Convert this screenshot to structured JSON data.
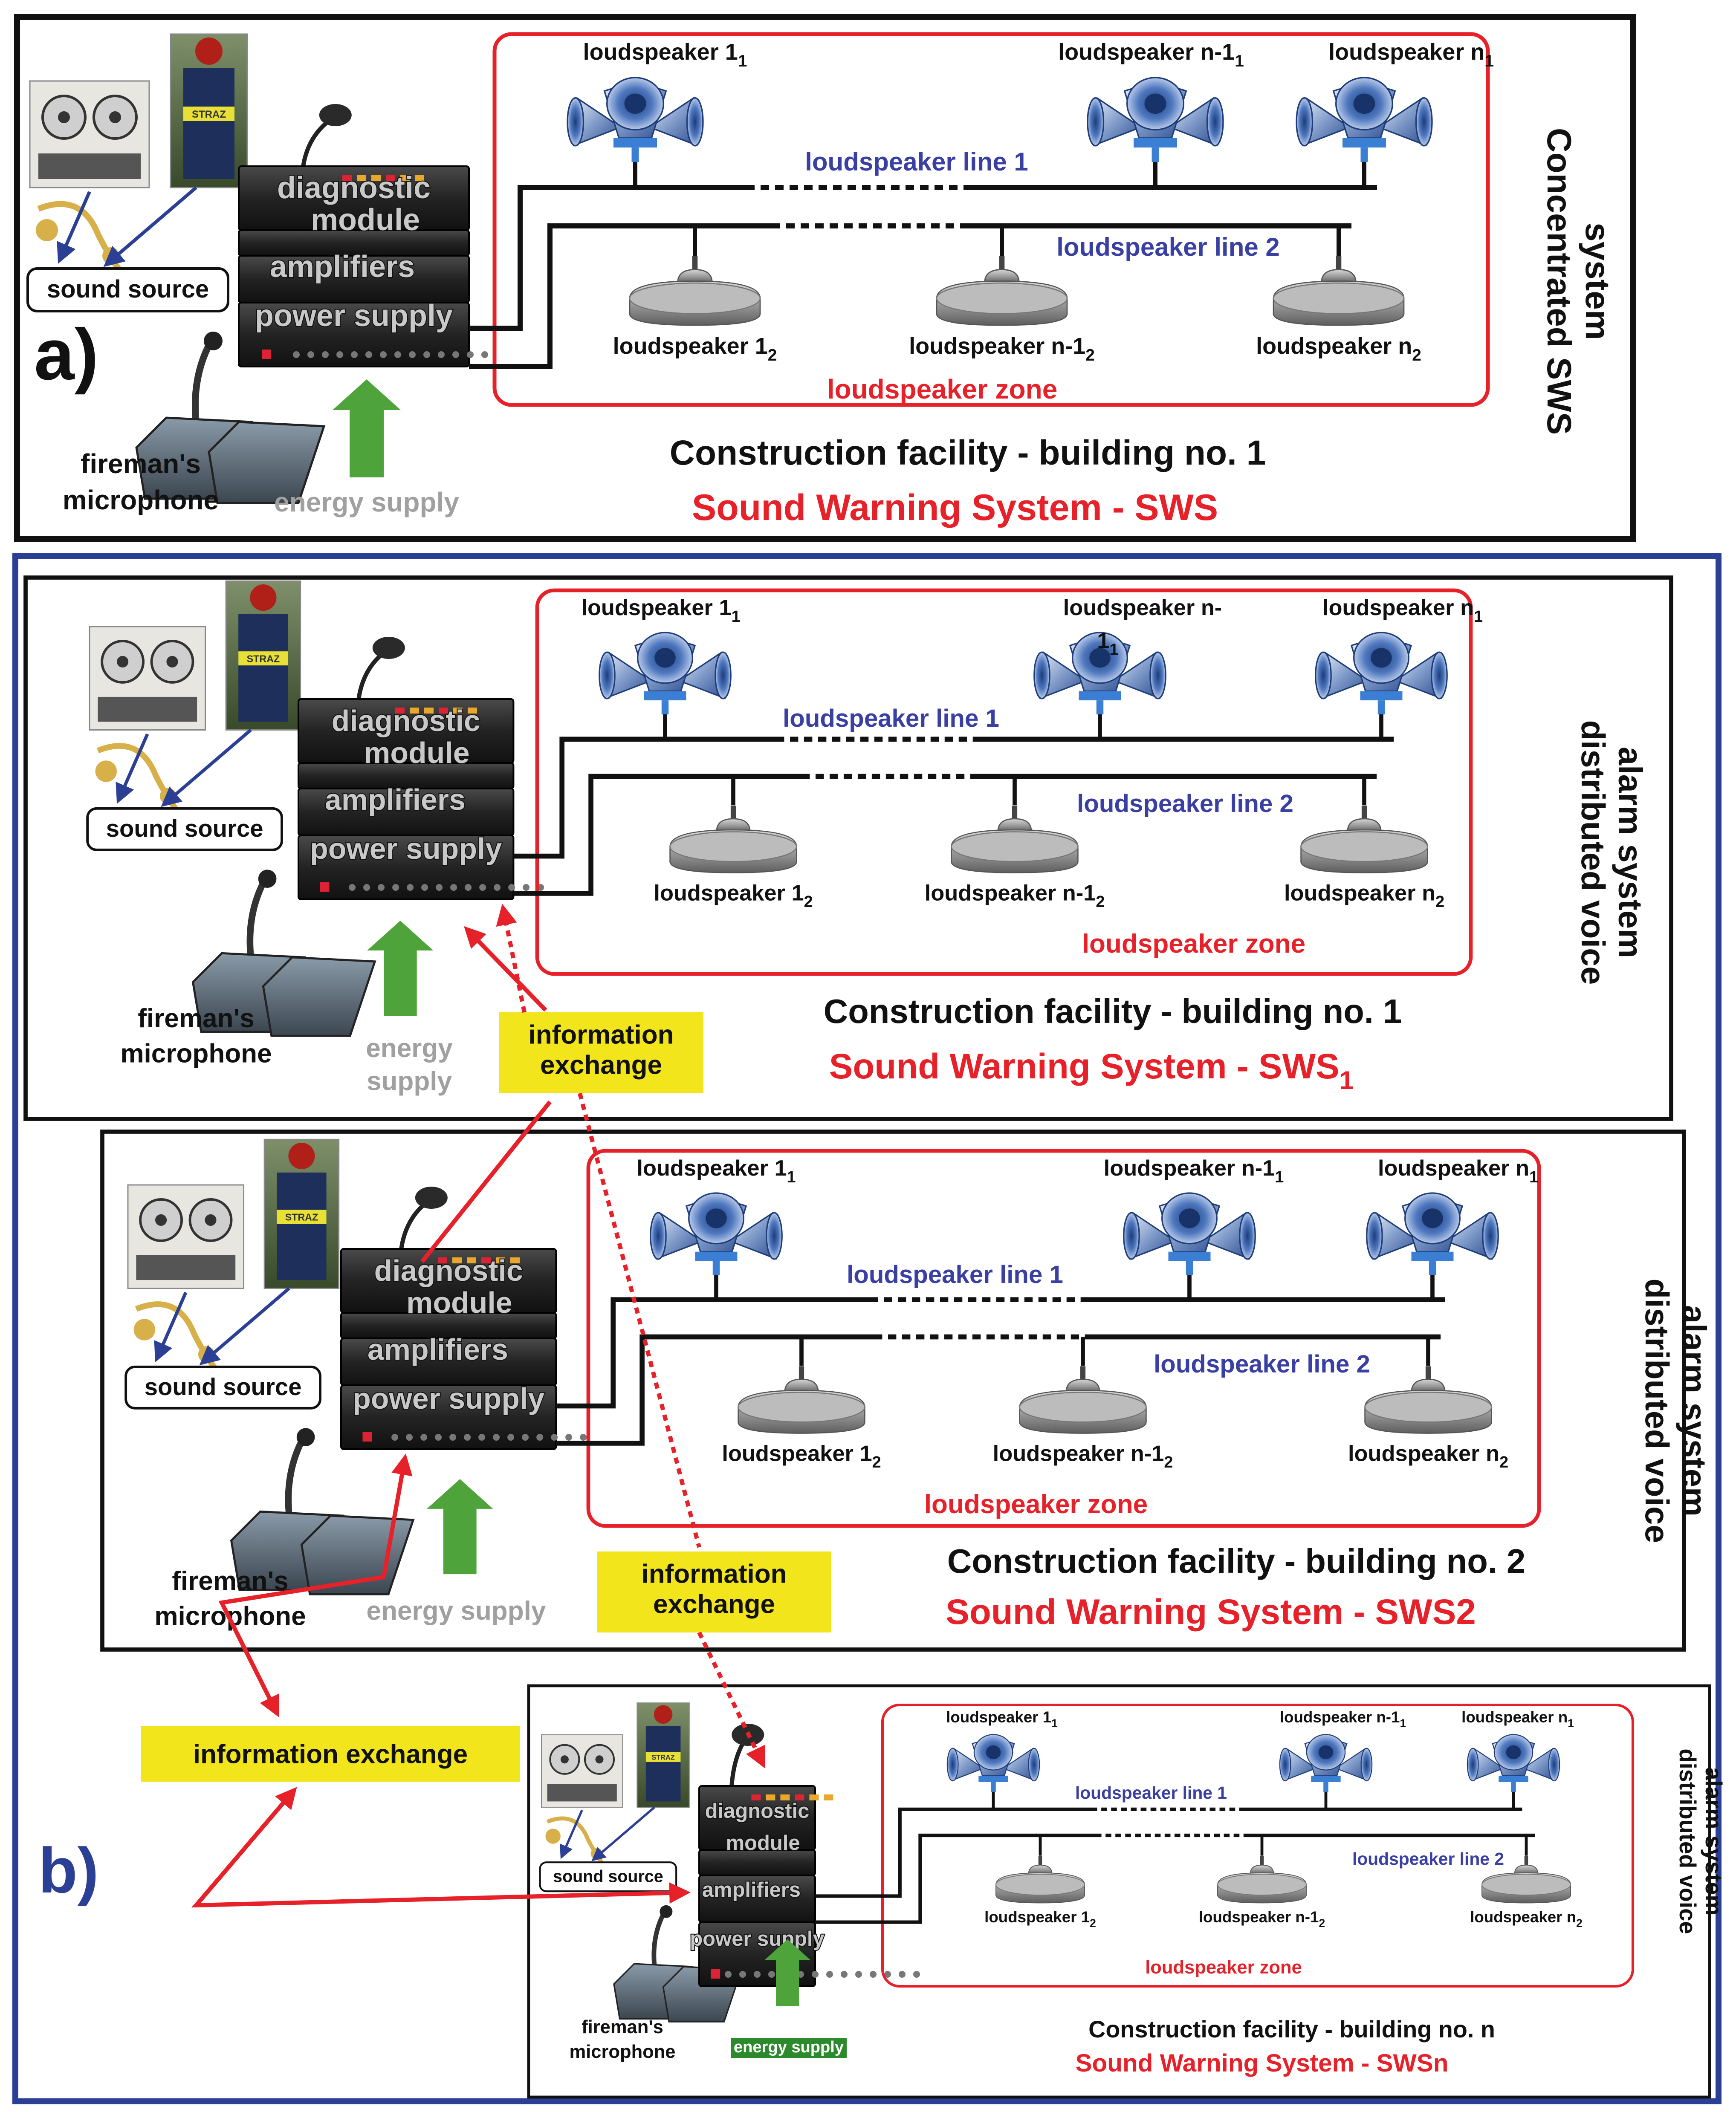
{
  "colors": {
    "outer_frame_a": "#111111",
    "outer_frame_b": "#2b3f95",
    "zone_border": "#e62129",
    "title_red": "#e62129",
    "line_label_blue": "#3a3fa3",
    "energy_green": "#4ea33a",
    "info_yellow": "#f2e51b",
    "arrow_red": "#e62129",
    "energy_label_grey": "#a0a0a0"
  },
  "panel_a": {
    "tag": "a)",
    "side_label": "Concentrated SWS system",
    "side_label_lines": [
      "Concentrated SWS",
      "system"
    ],
    "facility": "Construction facility - building no. 1",
    "system": "Sound Warning System - SWS",
    "zone_label": "loudspeaker zone",
    "line1": "loudspeaker line 1",
    "line2": "loudspeaker line 2",
    "horn_labels": [
      {
        "t": "loudspeaker 1",
        "s": "1"
      },
      {
        "t": "loudspeaker n-1",
        "s": "1"
      },
      {
        "t": "loudspeaker n",
        "s": "1"
      }
    ],
    "ceiling_labels": [
      {
        "t": "loudspeaker 1",
        "s": "2"
      },
      {
        "t": "loudspeaker n-1",
        "s": "2"
      },
      {
        "t": "loudspeaker n",
        "s": "2"
      }
    ],
    "rack": [
      "diagnostic",
      "module",
      "amplifiers",
      "power supply"
    ],
    "sound_source": "sound source",
    "microphone": [
      "fireman's",
      "microphone"
    ],
    "energy": "energy supply",
    "jacket": "STRAZ"
  },
  "panel_b": {
    "tag": "b)",
    "sws1": {
      "side_label_lines": [
        "distributed voice",
        "alarm system"
      ],
      "facility": "Construction facility - building no. 1",
      "system": "Sound Warning System - SWS",
      "system_sub": "1",
      "zone_label": "loudspeaker zone",
      "line1": "loudspeaker line 1",
      "line2": "loudspeaker line 2",
      "horn_labels": [
        {
          "t": "loudspeaker 1",
          "s": "1"
        },
        {
          "t": "loudspeaker n-",
          "s": ""
        },
        {
          "t": "loudspeaker n",
          "s": "1"
        }
      ],
      "horn_label_wrap": "1",
      "horn_label_wrap_sub": "1",
      "ceiling_labels": [
        {
          "t": "loudspeaker 1",
          "s": "2"
        },
        {
          "t": "loudspeaker n-1",
          "s": "2"
        },
        {
          "t": "loudspeaker n",
          "s": "2"
        }
      ],
      "rack": [
        "diagnostic",
        "module",
        "amplifiers",
        "power supply"
      ],
      "sound_source": "sound source",
      "microphone": [
        "fireman's",
        "microphone"
      ],
      "energy": [
        "energy",
        "supply"
      ],
      "info": [
        "information",
        "exchange"
      ],
      "jacket": "STRAZ"
    },
    "sws2": {
      "side_label_lines": [
        "distributed voice",
        "alarm system"
      ],
      "facility": "Construction facility - building no. 2",
      "system": "Sound Warning System  - SWS2",
      "zone_label": "loudspeaker zone",
      "line1": "loudspeaker line 1",
      "line2": "loudspeaker line 2",
      "horn_labels": [
        {
          "t": "loudspeaker 1",
          "s": "1"
        },
        {
          "t": "loudspeaker n-1",
          "s": "1"
        },
        {
          "t": "loudspeaker n",
          "s": "1"
        }
      ],
      "ceiling_labels": [
        {
          "t": "loudspeaker 1",
          "s": "2"
        },
        {
          "t": "loudspeaker n-1",
          "s": "2"
        },
        {
          "t": "loudspeaker n",
          "s": "2"
        }
      ],
      "rack": [
        "diagnostic",
        "module",
        "amplifiers",
        "power supply"
      ],
      "sound_source": "sound source",
      "microphone": [
        "fireman's",
        "microphone"
      ],
      "energy": "energy supply",
      "info": [
        "information",
        "exchange"
      ],
      "jacket": "STRAZ"
    },
    "swsn": {
      "side_label_lines": [
        "distributed voice",
        "alarm system"
      ],
      "facility": "Construction facility - building no. n",
      "system": "Sound Warning System  - SWSn",
      "zone_label": "loudspeaker zone",
      "line1": "loudspeaker line 1",
      "line2": "loudspeaker line 2",
      "horn_labels": [
        {
          "t": "loudspeaker 1",
          "s": "1"
        },
        {
          "t": "loudspeaker n-1",
          "s": "1"
        },
        {
          "t": "loudspeaker n",
          "s": "1"
        }
      ],
      "ceiling_labels": [
        {
          "t": "loudspeaker 1",
          "s": "2"
        },
        {
          "t": "loudspeaker n-1",
          "s": "2"
        },
        {
          "t": "loudspeaker n",
          "s": "2"
        }
      ],
      "rack": [
        "diagnostic",
        "module",
        "amplifiers",
        "power supply"
      ],
      "sound_source": "sound source",
      "microphone": [
        "fireman's",
        "microphone"
      ],
      "energy": "energy supply",
      "jacket": "STRAZ"
    },
    "info_left": "information exchange"
  }
}
